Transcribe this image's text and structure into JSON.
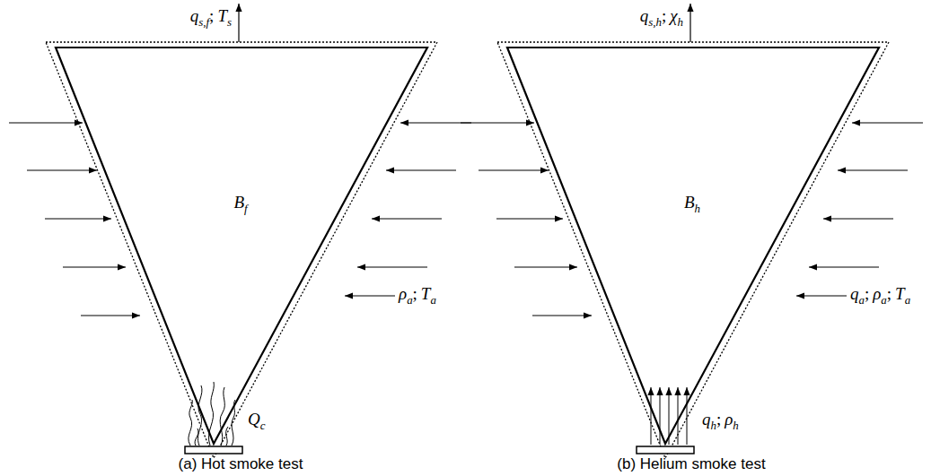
{
  "diagram": {
    "labels": [
      "q",
      "s,f",
      ";",
      "T",
      "s",
      "B",
      "f",
      "ρ",
      "a",
      ";",
      "T",
      "a",
      "Q",
      "c",
      "(a) Hot smoke test",
      "q",
      "s,h",
      ";",
      "χ",
      "h",
      "B",
      "h",
      "q",
      "a",
      ";",
      "ρ",
      "a",
      ";",
      "T",
      "a",
      "q",
      "h",
      ";",
      "ρ",
      "h",
      "(b) Helium smoke test"
    ]
  }
}
